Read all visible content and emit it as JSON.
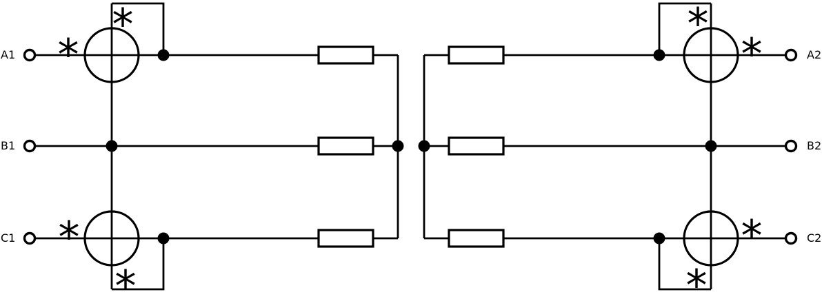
{
  "diagram": {
    "polarity_mark": "*",
    "left_terminals": [
      {
        "label": "A1"
      },
      {
        "label": "B1"
      },
      {
        "label": "C1"
      }
    ],
    "right_terminals": [
      {
        "label": "A2"
      },
      {
        "label": "B2"
      },
      {
        "label": "C2"
      }
    ],
    "colors": {
      "line": "#000000",
      "background": "#ffffff"
    }
  }
}
